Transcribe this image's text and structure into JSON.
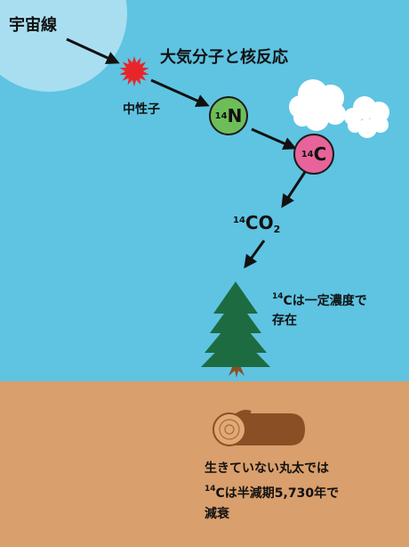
{
  "labels": {
    "cosmic_ray": "宇宙線",
    "reaction": "大気分子と核反応",
    "neutron": "中性子",
    "isotope_mass": "14",
    "nitrogen_symbol": "N",
    "carbon_symbol": "C",
    "co2_symbol": "CO",
    "co2_subscript": "2",
    "tree_text_line1": "Cは一定濃度で",
    "tree_text_line2": "存在",
    "log_text_line1": "生きていない丸太では",
    "log_text_line2": "Cは半減期5,730年で",
    "log_text_line3": "減衰"
  },
  "colors": {
    "sky": "#5ec4e2",
    "sun": "#a9def0",
    "ground": "#d99f6c",
    "burst": "#e8262a",
    "nitrogen": "#6dbe58",
    "carbon": "#e6649a",
    "tree": "#1d6b40",
    "trunk": "#8a4f24",
    "log": "#8a4f24",
    "log_end": "#e0aa77",
    "cloud": "#ffffff",
    "arrow": "#111111"
  },
  "icons": [
    "starburst-icon",
    "cloud-icon",
    "pine-tree-icon",
    "log-icon",
    "arrow-icon"
  ]
}
